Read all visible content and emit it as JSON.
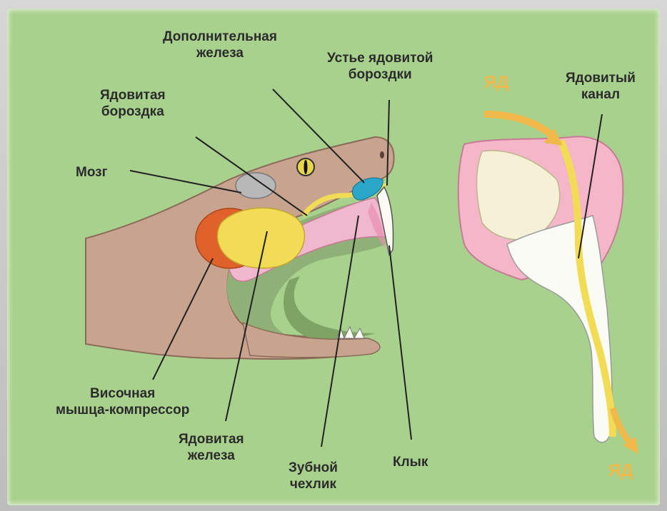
{
  "labels": {
    "accessory_gland": "Дополнительная\nжелеза",
    "groove_mouth": "Устье ядовитой\nбороздки",
    "venom_canal": "Ядовитый\nканал",
    "venom_groove": "Ядовитая\nбороздка",
    "brain": "Мозг",
    "temporal_muscle": "Височная\nмышца-компрессор",
    "venom_gland": "Ядовитая\nжелеза",
    "tooth_sheath": "Зубной\nчехлик",
    "fang": "Клык",
    "venom_top": "ЯД",
    "venom_bottom": "ЯД"
  },
  "colors": {
    "background": "#a9d18e",
    "skin": "#c8a48f",
    "gland": "#f2dc55",
    "muscle": "#e0622a",
    "gum": "#f0b8cc",
    "venom_arrow": "#f1b84a"
  }
}
